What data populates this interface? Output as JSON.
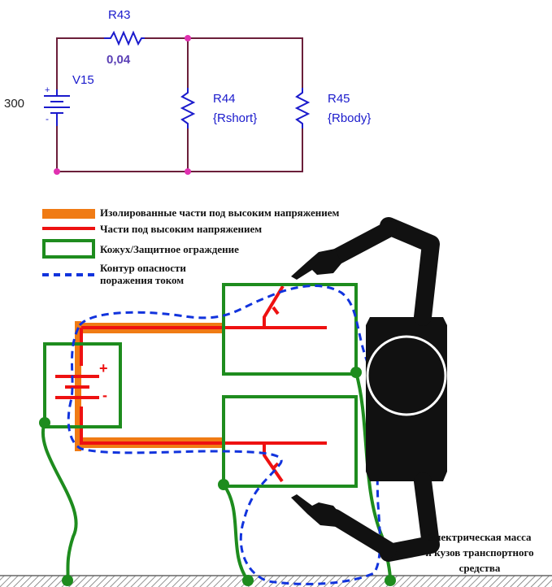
{
  "schematic": {
    "source_value": "300",
    "source_name": "V15",
    "source_plus": "+",
    "source_minus": "-",
    "r43_name": "R43",
    "r43_value": "0,04",
    "r44_name": "R44",
    "r44_value": "{Rshort}",
    "r45_name": "R45",
    "r45_value": "{Rbody}"
  },
  "legend": {
    "insulated": "Изолированные части под высоким напряжением",
    "live": "Части под высоким напряжением",
    "enclosure": "Кожух/Защитное ограждение",
    "shock_line1": "Контур опасности",
    "shock_line2": "поражения током"
  },
  "diagram": {
    "battery_plus": "+",
    "battery_minus": "-",
    "ground_label_line1": "Электрическая масса",
    "ground_label_line2": "и кузов транспортного",
    "ground_label_line3": "средства"
  },
  "colors": {
    "wire": "#6b1f3a",
    "node": "#e030b0",
    "resistor": "#1a1acc",
    "value_text": "#5a3fb5",
    "insulated": "#f07b14",
    "live": "#ee1111",
    "enclosure": "#1e8c1e",
    "shock": "#1133dd",
    "person": "#111111"
  }
}
